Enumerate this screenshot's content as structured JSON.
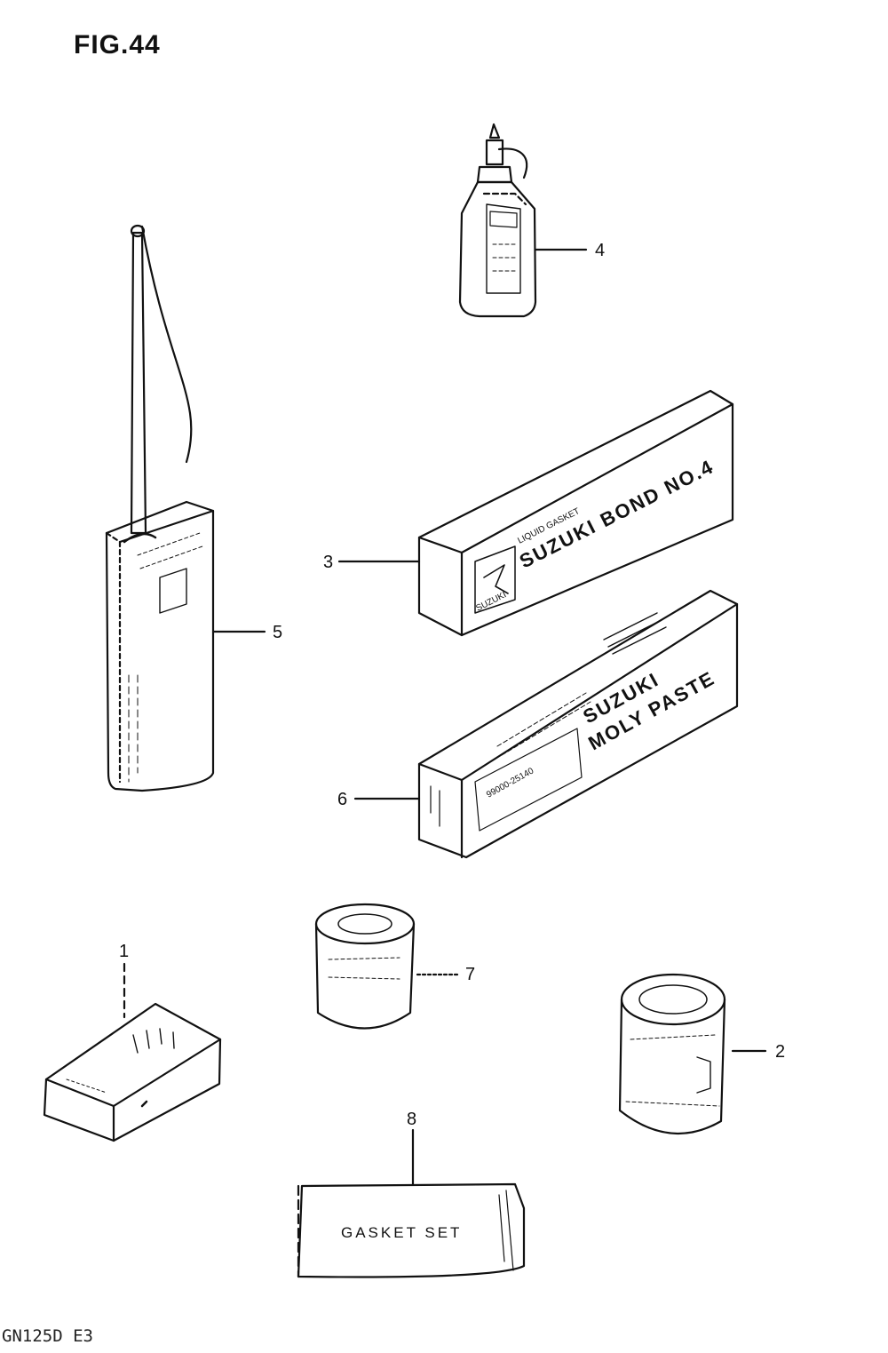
{
  "figure": {
    "title": "FIG.44",
    "model_code": "GN125D E3"
  },
  "callouts": [
    {
      "id": "1",
      "label": "1"
    },
    {
      "id": "2",
      "label": "2"
    },
    {
      "id": "3",
      "label": "3"
    },
    {
      "id": "4",
      "label": "4"
    },
    {
      "id": "5",
      "label": "5"
    },
    {
      "id": "6",
      "label": "6"
    },
    {
      "id": "7",
      "label": "7"
    },
    {
      "id": "8",
      "label": "8"
    }
  ],
  "package_text": {
    "bond_top": "LIQUID GASKET",
    "bond_line": "SUZUKI BOND NO.4",
    "bond_brand": "SUZUKI",
    "moly_line1": "SUZUKI",
    "moly_line2": "MOLY PASTE",
    "moly_part": "99000-25140",
    "gasket_set": "GASKET SET"
  }
}
